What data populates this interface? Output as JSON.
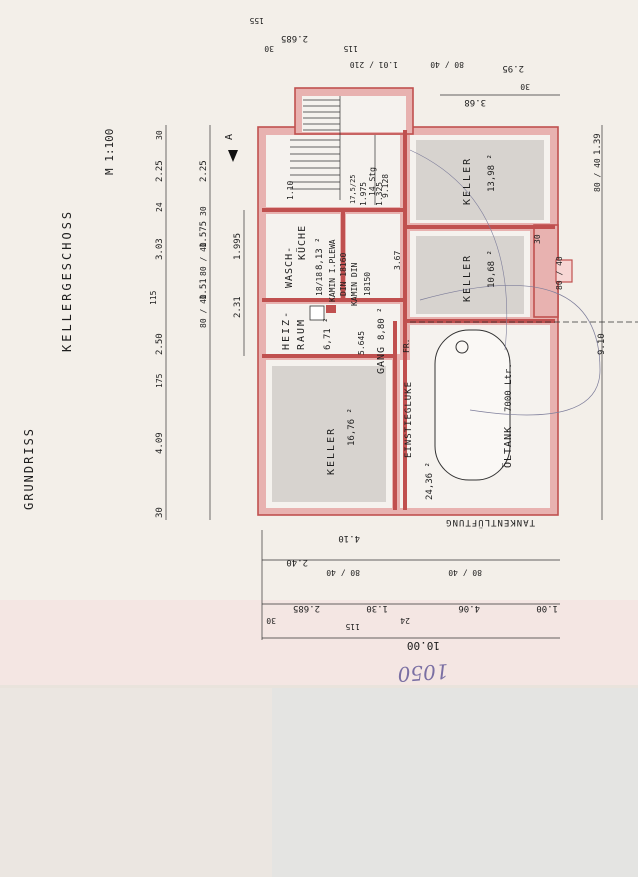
{
  "plan": {
    "title_grundriss": "GRUNDRISS",
    "title_geschoss": "KELLERGESCHOSS",
    "scale": "M 1:100",
    "section_marker": "A",
    "tank_ventilation": "TANKENTLÜFTUNG",
    "handwritten_note": "1050",
    "rooms": {
      "keller_left": {
        "name": "KELLER",
        "area": "16,76 ²"
      },
      "heizraum": {
        "name_1": "HEIZ-",
        "name_2": "RAUM",
        "area": "6,71 ²",
        "size": "18/18"
      },
      "waschkueche": {
        "name_1": "WASCH-",
        "name_2": "KÜCHE",
        "area": "8,13 ²"
      },
      "kamin_plewa": {
        "line_1": "KAMIN I.PLEWA",
        "line_2": "DIN 18160"
      },
      "kamin_din": {
        "line_1": "KAMIN DIN",
        "line_2": "18150"
      },
      "gang": {
        "name": "GANG",
        "area": "8,80 ²"
      },
      "fr": "FR.",
      "einstieg": {
        "name": "EINSTIEGLUKE",
        "area": "24,36 ²"
      },
      "oeltank": {
        "name": "ÖLTANK",
        "volume": "7000 Ltr."
      },
      "keller_mid": {
        "name": "KELLER",
        "area": "10,68 ²"
      },
      "keller_right": {
        "name": "KELLER",
        "area": "13,98 ²"
      },
      "stair": {
        "steps": "14 Stg",
        "step_size": "17,5/25",
        "rise": "9.128"
      }
    },
    "dims_left": [
      "30",
      "4.09",
      "175",
      "2.50",
      "115",
      "3.03",
      "24",
      "2.25",
      "30"
    ],
    "dims_left2": [
      "80 / 40",
      "1.51",
      "80 / 40",
      "1.575",
      "30",
      "2.25"
    ],
    "dims_inner": [
      "2.31",
      "1.995",
      "5.645",
      "3.67"
    ],
    "dims_bottom": [
      "4.10",
      "2.40",
      "80 / 40",
      "80 / 40"
    ],
    "dims_bottom2": [
      "2.685",
      "1.30",
      "4.06",
      "1.00",
      "24",
      "30",
      "115"
    ],
    "dims_total": "10.00",
    "dims_top": [
      "155",
      "2.685",
      "30",
      "115",
      "1.01 / 210",
      "80 / 40",
      "2.95",
      "30",
      "3.68"
    ],
    "dims_right": [
      "80 / 40",
      "1.39",
      "9.10",
      "80 / 40",
      "30"
    ],
    "misc": [
      "1.10",
      "1.975",
      "1.325"
    ]
  }
}
